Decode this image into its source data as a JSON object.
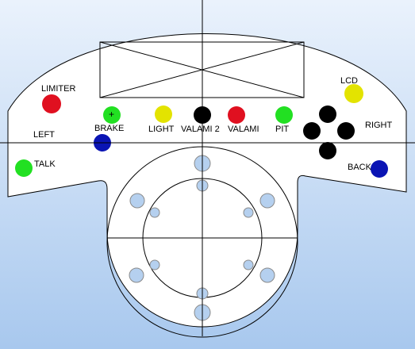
{
  "colors": {
    "background_top": "#eaf2fc",
    "background_bottom": "#a8c8ee",
    "plate": "#ffffff",
    "outline": "#000000",
    "hole_fill": "#b5d0ef",
    "red": "#e01020",
    "yellow": "#e3e300",
    "green": "#22e022",
    "blue": "#0a14b4",
    "black": "#000000",
    "white": "#ffffff"
  },
  "labels": {
    "limiter": "LIMITER",
    "lcd": "LCD",
    "left": "LEFT",
    "brake": "BRAKE",
    "light": "LIGHT",
    "valami2": "VALAMI 2",
    "valami": "VALAMI",
    "pit": "PIT",
    "right": "RIGHT",
    "talk": "TALK",
    "back": "BACK",
    "plus": "+"
  },
  "buttons": [
    {
      "name": "limiter-button",
      "color": "red"
    },
    {
      "name": "lcd-button",
      "color": "yellow"
    },
    {
      "name": "left-button",
      "color": "white"
    },
    {
      "name": "brake-button",
      "color": "blue"
    },
    {
      "name": "plus-button",
      "color": "green"
    },
    {
      "name": "light-button",
      "color": "yellow"
    },
    {
      "name": "valami2-button",
      "color": "black"
    },
    {
      "name": "valami-button",
      "color": "red"
    },
    {
      "name": "pit-button",
      "color": "green"
    },
    {
      "name": "dpad-up-button",
      "color": "black"
    },
    {
      "name": "dpad-left-button",
      "color": "black"
    },
    {
      "name": "dpad-right-button",
      "color": "black"
    },
    {
      "name": "dpad-down-button",
      "color": "black"
    },
    {
      "name": "right-button",
      "color": "white"
    },
    {
      "name": "talk-button",
      "color": "green"
    },
    {
      "name": "back-button",
      "color": "blue"
    }
  ]
}
